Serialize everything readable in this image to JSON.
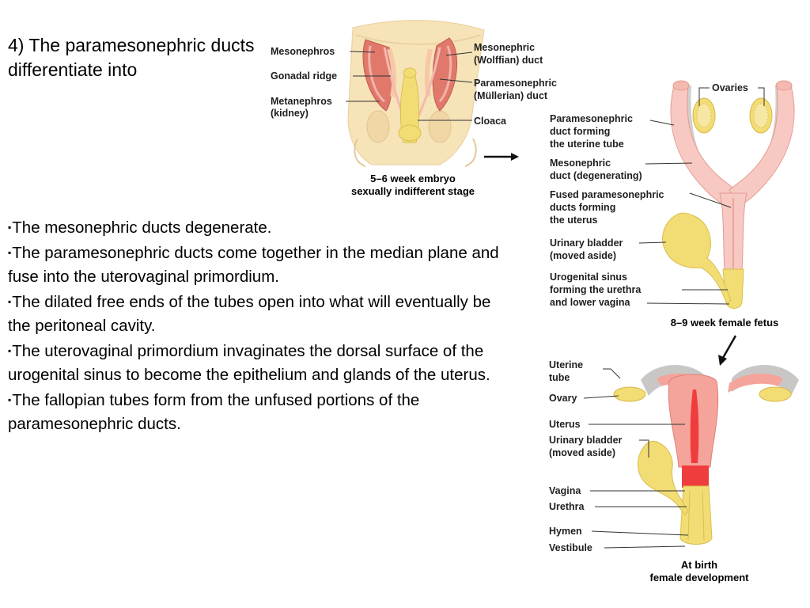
{
  "heading": "4) The paramesonephric ducts differentiate into",
  "bullet_marker": "▪",
  "bullets": [
    "The mesonephric ducts degenerate.",
    "The paramesonephric ducts come together in the median plane and fuse into the uterovaginal primordium.",
    "The dilated free ends of the tubes open into what will eventually be the peritoneal cavity.",
    "The uterovaginal primordium invaginates the dorsal surface of the urogenital sinus to become the epithelium and glands of the uterus.",
    "The fallopian tubes form from the unfused portions of the paramesonephric ducts."
  ],
  "panel1": {
    "labels": {
      "mesonephros": "Mesonephros",
      "gonadal_ridge": "Gonadal ridge",
      "metanephros_1": "Metanephros",
      "metanephros_2": "(kidney)",
      "mesonephric_1": "Mesonephric",
      "mesonephric_2": "(Wolffian) duct",
      "paramesonephric_1": "Paramesonephric",
      "paramesonephric_2": "(Müllerian) duct",
      "cloaca": "Cloaca"
    },
    "caption_1": "5–6 week embryo",
    "caption_2": "sexually indifferent stage"
  },
  "panel2": {
    "labels": {
      "ovaries": "Ovaries",
      "uterine_tube_1": "Paramesonephric",
      "uterine_tube_2": "duct forming",
      "uterine_tube_3": "the uterine tube",
      "degenerating_1": "Mesonephric",
      "degenerating_2": "duct (degenerating)",
      "fused_1": "Fused paramesonephric",
      "fused_2": "ducts forming",
      "fused_3": "the uterus",
      "bladder_1": "Urinary bladder",
      "bladder_2": "(moved aside)",
      "sinus_1": "Urogenital sinus",
      "sinus_2": "forming the urethra",
      "sinus_3": "and lower vagina"
    },
    "caption": "8–9 week female fetus"
  },
  "panel3": {
    "labels": {
      "uterine_tube_1": "Uterine",
      "uterine_tube_2": "tube",
      "ovary": "Ovary",
      "uterus": "Uterus",
      "bladder_1": "Urinary bladder",
      "bladder_2": "(moved aside)",
      "vagina": "Vagina",
      "urethra": "Urethra",
      "hymen": "Hymen",
      "vestibule": "Vestibule"
    },
    "caption_1": "At birth",
    "caption_2": "female development"
  },
  "colors": {
    "embryo_body": "#f6e3b8",
    "duct_red": "#e0796c",
    "duct_pink": "#f4b9b0",
    "tissue_pink": "#f7c9c2",
    "yellow": "#f2dd74",
    "bright_red": "#ef3d3d",
    "gray": "#c9c7c6"
  }
}
